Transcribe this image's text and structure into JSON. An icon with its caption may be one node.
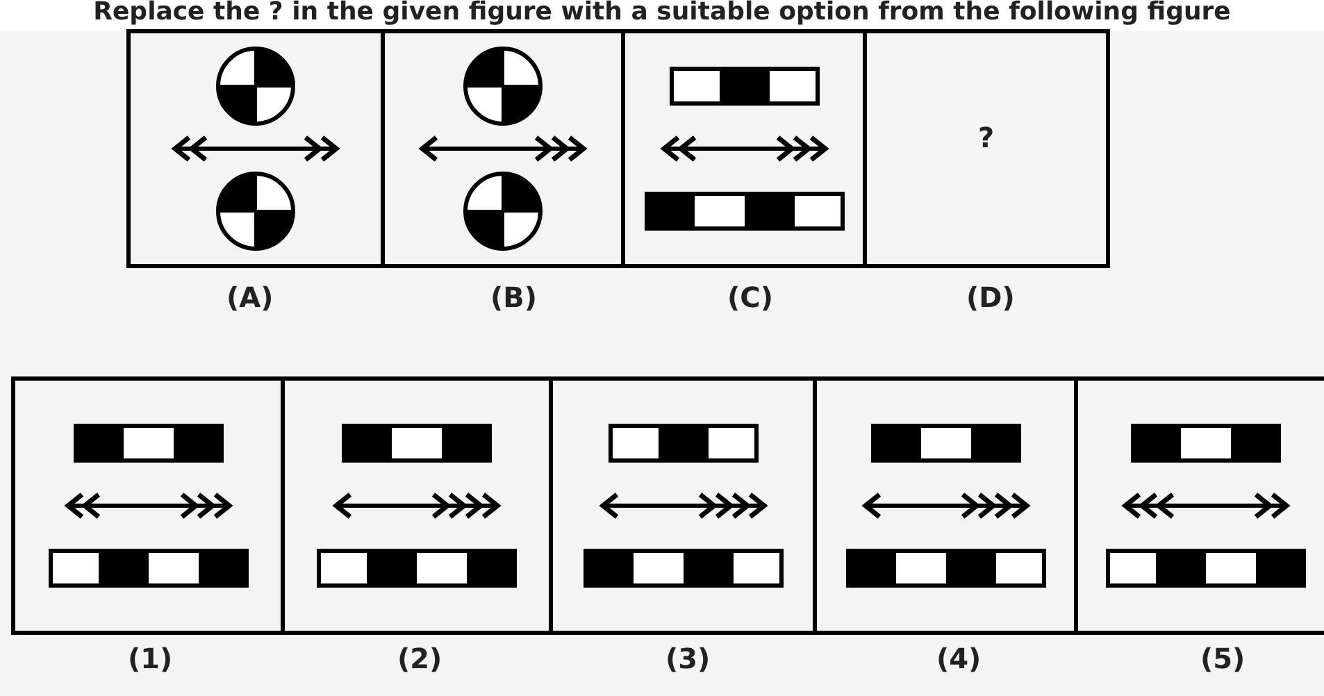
{
  "diagram": {
    "title": "Replace the ? in the given figure with a suitable option from the following figure",
    "nodes": [
      {
        "text": [],
        "shape": "box",
        "beside": [
          "(A)"
        ]
      },
      {
        "text": [],
        "shape": "box",
        "beside": [
          "(B)"
        ]
      },
      {
        "text": [],
        "shape": "box",
        "beside": [
          "(C)"
        ]
      },
      {
        "text": [
          "?"
        ],
        "beside": [
          "(D)"
        ]
      },
      {
        "text": [],
        "shape": "box",
        "beside": [
          "(1)"
        ]
      },
      {
        "text": [],
        "shape": "box",
        "beside": [
          "(2)"
        ]
      },
      {
        "text": [],
        "shape": "box",
        "beside": [
          "(3)"
        ]
      },
      {
        "text": [],
        "shape": "box",
        "beside": [
          "(4)"
        ]
      },
      {
        "text": [],
        "shape": "box",
        "beside": [
          "(5)"
        ]
      }
    ],
    "edges": []
  }
}
